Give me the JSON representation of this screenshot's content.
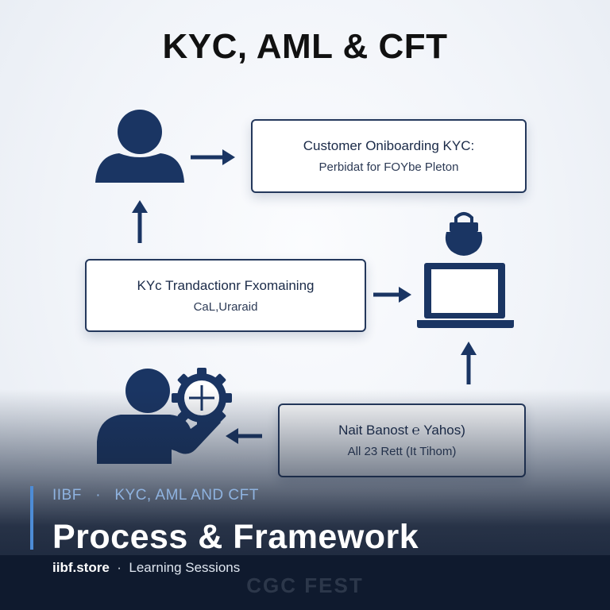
{
  "title": "KYC, AML & CFT",
  "boxes": [
    {
      "line1": "Customer Oniboarding KYC:",
      "line2": "Perbidat for FOYbe Pleton"
    },
    {
      "line1": "KYc Trandactionr Fxomaining",
      "line2": "CaL,Uraraid"
    },
    {
      "line1": "Nait Banost ℮ Yahos)",
      "line2": "All 23 Rett (It Tihom)"
    }
  ],
  "overlay": {
    "kicker_brand": "IIBF",
    "kicker_separator": "·",
    "kicker_topic": "KYC, AML AND CFT",
    "headline": "Process & Framework",
    "footer_site": "iibf.store",
    "footer_separator": "·",
    "footer_label": "Learning Sessions",
    "watermark": "CGC FEST"
  },
  "colors": {
    "icon_navy": "#1a3563",
    "box_border": "#24385c",
    "accent": "#4d8cd6",
    "footer_bg": "#0f1a2e"
  },
  "icons": [
    "person-icon",
    "laptop-icon",
    "lock-icon",
    "person-with-gear-icon",
    "gear-icon"
  ]
}
